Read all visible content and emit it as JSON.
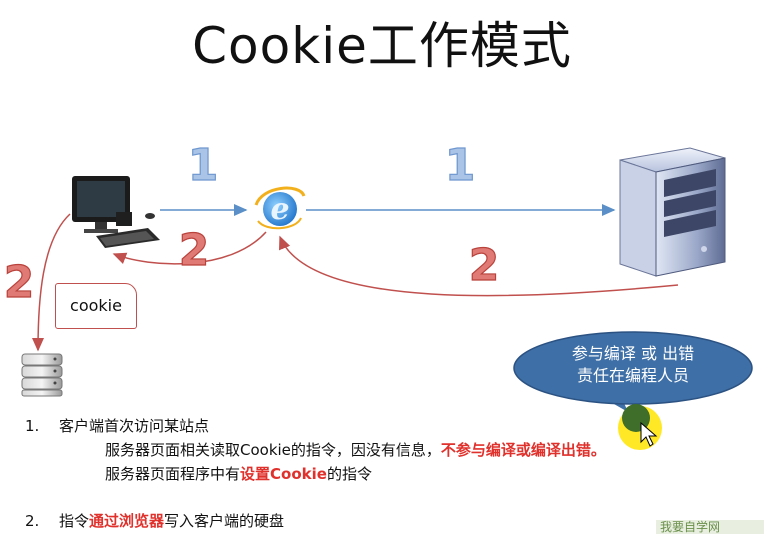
{
  "title": "Cookie工作模式",
  "labels": {
    "arrow1_left": "1",
    "arrow1_right": "1",
    "arrow2_left": "2",
    "arrow2_mid": "2",
    "arrow2_right": "2"
  },
  "cookie_note": "cookie",
  "bubble": {
    "line1": "参与编译 或 出错",
    "line2": "责任在编程人员"
  },
  "steps": {
    "step1_num": "1.",
    "step1_title": "客户端首次访问某站点",
    "step1_line1_pre": "服务器页面相关读取Cookie的指令，因没有信息，",
    "step1_line1_red": "不参与编译或编译出错。",
    "step1_line2_pre": "服务器页面程序中有",
    "step1_line2_red": "设置Cookie",
    "step1_line2_post": "的指令",
    "step2_num": "2.",
    "step2_pre": "指令",
    "step2_red": "通过浏览器",
    "step2_post": "写入客户端的硬盘"
  },
  "watermark": "我要自学网",
  "colors": {
    "arrow_blue": "#5b8fc7",
    "arrow_red": "#c0504d",
    "digit_blue": "#a9c4e6",
    "digit_red": "#e07a74",
    "bubble_fill": "#3e6fa6",
    "highlight_red": "#e0312c"
  }
}
